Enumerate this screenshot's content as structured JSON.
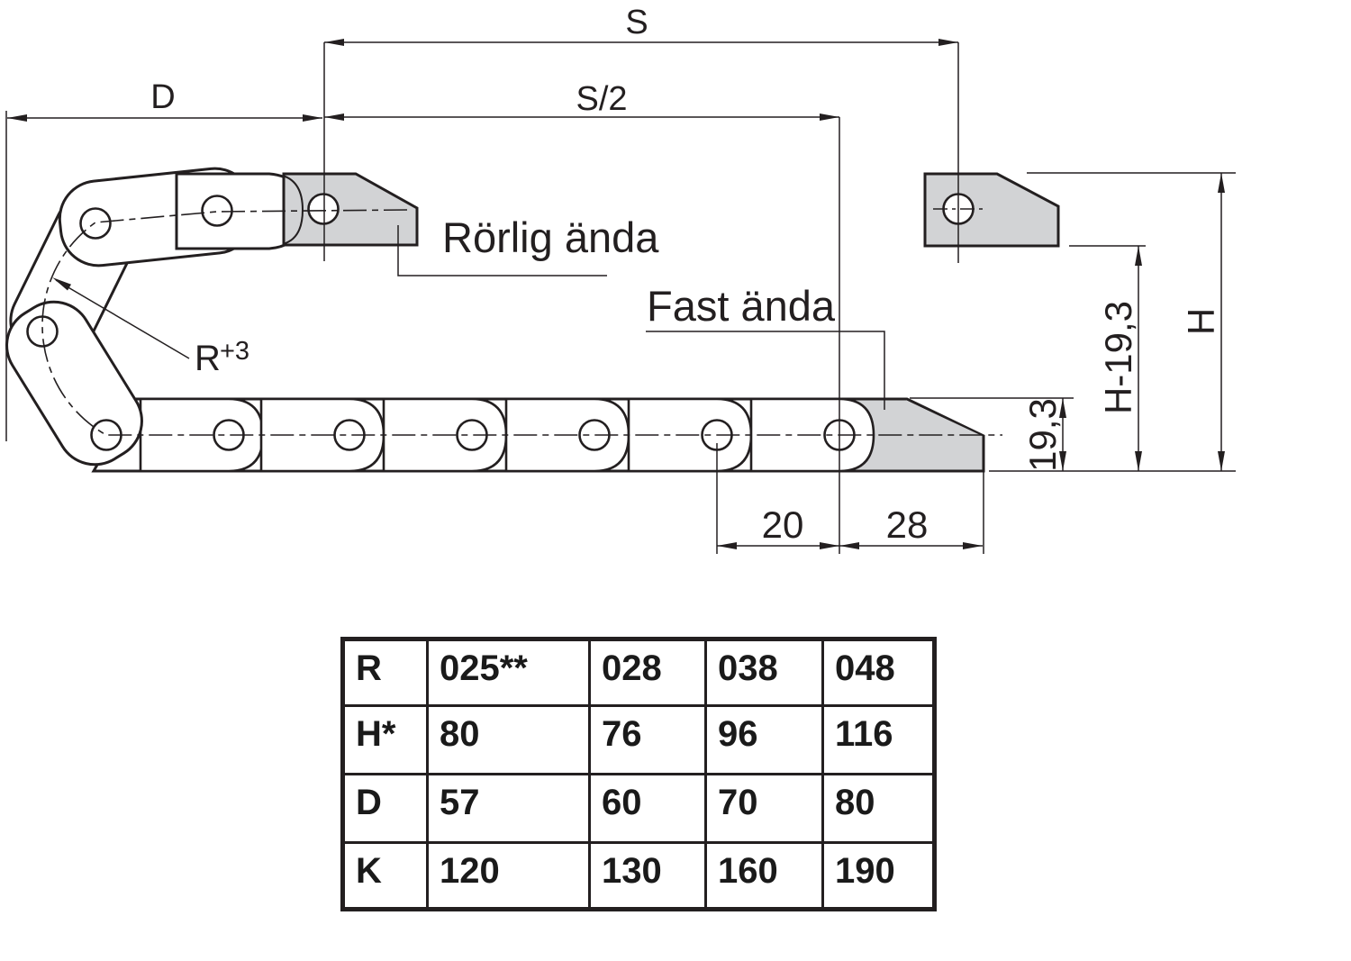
{
  "drawing": {
    "labels": {
      "s": "S",
      "s_half": "S/2",
      "d": "D",
      "r": "R",
      "r_sup": "+3",
      "movable_end": "Rörlig ända",
      "fixed_end": "Fast ända",
      "dim_20": "20",
      "dim_28": "28",
      "dim_19_3": "19,3",
      "dim_h_minus_19_3": "H-19,3",
      "dim_h": "H"
    },
    "colors": {
      "line": "#231f20",
      "bracket_fill": "#d2d3d5"
    }
  },
  "table": {
    "rows": [
      {
        "label": "R",
        "values": [
          "025**",
          "028",
          "038",
          "048"
        ]
      },
      {
        "label": "H*",
        "values": [
          "80",
          "76",
          "96",
          "116"
        ]
      },
      {
        "label": "D",
        "values": [
          "57",
          "60",
          "70",
          "80"
        ]
      },
      {
        "label": "K",
        "values": [
          "120",
          "130",
          "160",
          "190"
        ]
      }
    ]
  }
}
